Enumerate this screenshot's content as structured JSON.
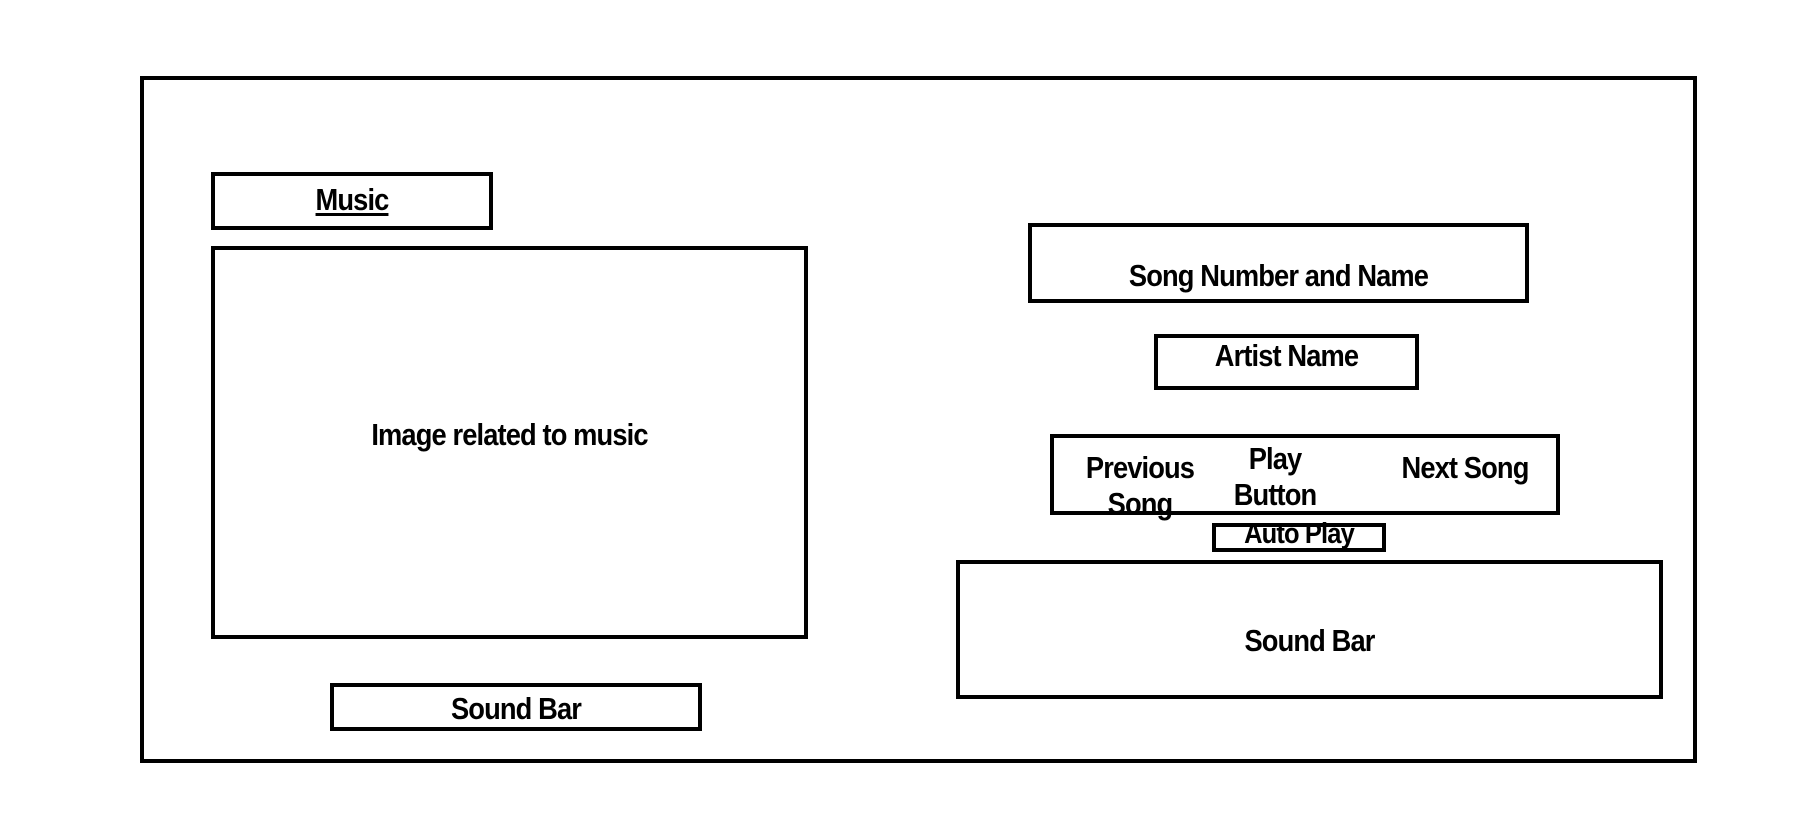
{
  "window": {
    "title": "Music"
  },
  "left_panel": {
    "title": "Music",
    "image_placeholder": "Image related to music",
    "sound_bar_label": "Sound Bar"
  },
  "right_panel": {
    "song_label": "Song Number and Name",
    "artist_label": "Artist Name",
    "controls": {
      "previous_label": "Previous Song",
      "play_label": "Play Button",
      "next_label": "Next Song"
    },
    "autoplay_label": "Auto Play",
    "sound_bar_label": "Sound Bar"
  },
  "colors": {
    "background": "#ffffff",
    "border": "#000000",
    "text": "#000000"
  }
}
